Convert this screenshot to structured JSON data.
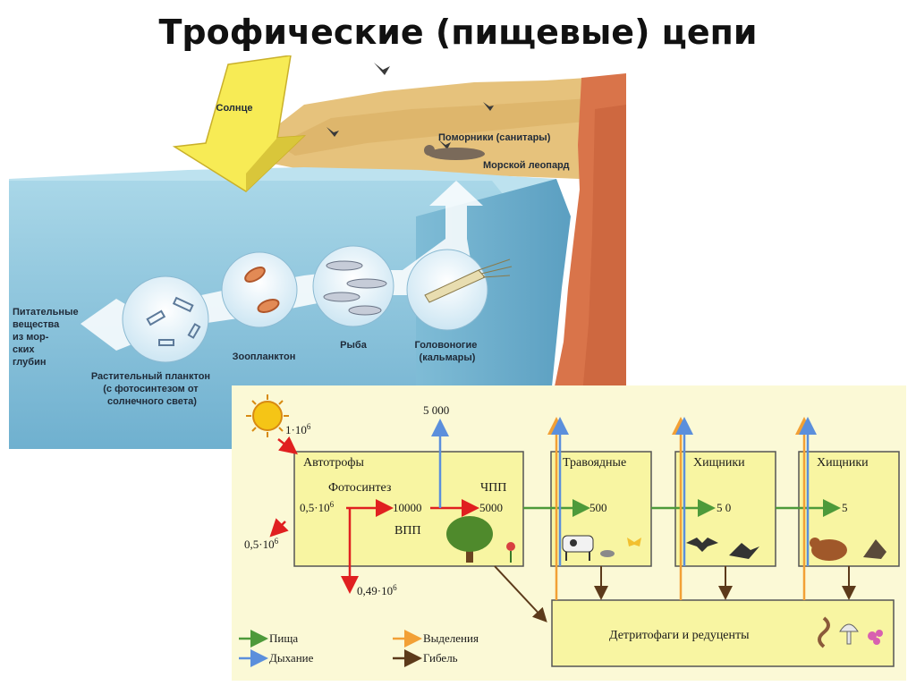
{
  "title": "Трофические (пищевые) цепи",
  "ocean": {
    "sun": "Солнце",
    "skuas": "Поморники (санитары)",
    "seal": "Морской леопард",
    "nutrients": [
      "Питательные",
      "вещества",
      "из мор-",
      "ских",
      "глубин"
    ],
    "phytoplankton": [
      "Растительный планктон",
      "(с фотосинтезом от",
      "солнечного света)"
    ],
    "zooplankton": "Зоопланктон",
    "fish": "Рыба",
    "cephalopods": [
      "Головоногие",
      "(кальмары)"
    ]
  },
  "energy": {
    "solar_in": "1·10",
    "solar_exp": "6",
    "reflected": "0,5·10",
    "reflected_exp": "6",
    "absorbed": "0,5·10",
    "absorbed_exp": "6",
    "gpp": "10000",
    "respiration": "5 000",
    "npp": "5000",
    "lost": "0,49·10",
    "lost_exp": "6",
    "autotrophs": "Автотрофы",
    "photosynthesis": "Фотосинтез",
    "npp_label": "ЧПП",
    "gpp_label": "ВПП",
    "herbivores": "Травоядные",
    "herbivores_value": "500",
    "predators1": "Хищники",
    "predators1_value": "5 0",
    "predators2": "Хищники",
    "predators2_value": "5",
    "detritus": "Детритофаги и редуценты"
  },
  "legend": {
    "food": "Пища",
    "respiration": "Дыхание",
    "excretion": "Выделения",
    "death": "Гибель"
  },
  "colors": {
    "box_fill": "#f8f5a2",
    "panel_fill": "#fbf9d6",
    "food": "#4d9a3a",
    "respiration": "#5b8fdc",
    "excretion": "#f2a035",
    "death": "#5c3a1a",
    "energy": "#e02020",
    "water": "#8fc8de",
    "sand": "#e6c27c",
    "cliff": "#d9744a"
  }
}
